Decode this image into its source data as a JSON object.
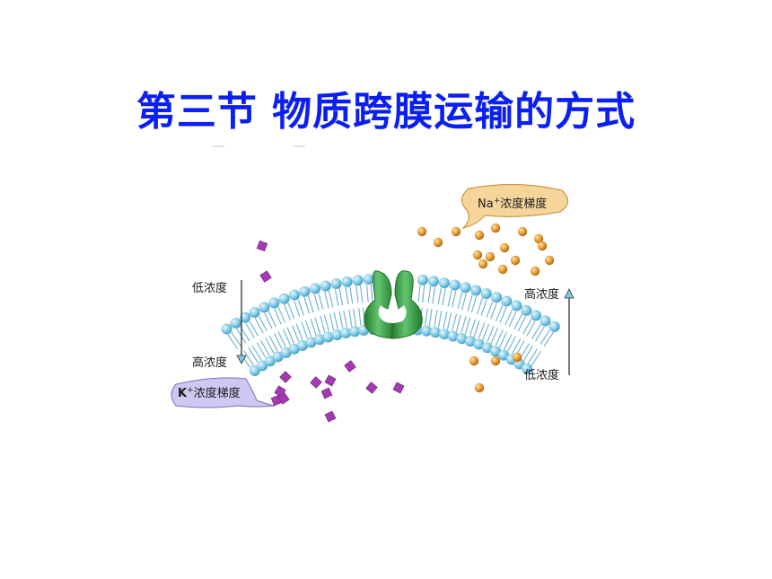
{
  "title": "第三节  物质跨膜运输的方式",
  "diagram": {
    "na_gradient": {
      "ion": "Na",
      "charge": "+",
      "label": "浓度梯度"
    },
    "k_gradient": {
      "ion": "K",
      "charge": "+",
      "label": "浓度梯度"
    },
    "left_top_label": "低浓度",
    "left_bottom_label": "高浓度",
    "right_top_label": "高浓度",
    "right_bottom_label": "低浓度"
  },
  "colors": {
    "title": "#0a1ff0",
    "membrane_head": "#7ec9e6",
    "channel_protein": "#3aa84a",
    "na_ion": "#e0962a",
    "k_ion": "#a23bb0",
    "na_bubble": "#f6d59a",
    "k_bubble": "#cfc8f2"
  }
}
